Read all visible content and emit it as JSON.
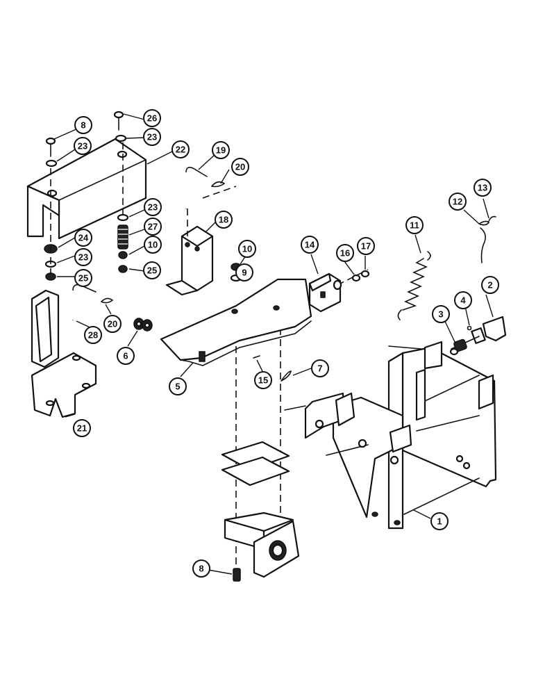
{
  "callouts": [
    {
      "id": "c1",
      "label": "1"
    },
    {
      "id": "c2",
      "label": "2"
    },
    {
      "id": "c3",
      "label": "3"
    },
    {
      "id": "c4",
      "label": "4"
    },
    {
      "id": "c5",
      "label": "5"
    },
    {
      "id": "c6",
      "label": "6"
    },
    {
      "id": "c7",
      "label": "7"
    },
    {
      "id": "c8a",
      "label": "8"
    },
    {
      "id": "c8b",
      "label": "8"
    },
    {
      "id": "c9",
      "label": "9"
    },
    {
      "id": "c10a",
      "label": "10"
    },
    {
      "id": "c10b",
      "label": "10"
    },
    {
      "id": "c11",
      "label": "11"
    },
    {
      "id": "c12",
      "label": "12"
    },
    {
      "id": "c13",
      "label": "13"
    },
    {
      "id": "c14",
      "label": "14"
    },
    {
      "id": "c15",
      "label": "15"
    },
    {
      "id": "c16",
      "label": "16"
    },
    {
      "id": "c17",
      "label": "17"
    },
    {
      "id": "c18",
      "label": "18"
    },
    {
      "id": "c19",
      "label": "19"
    },
    {
      "id": "c20a",
      "label": "20"
    },
    {
      "id": "c20b",
      "label": "20"
    },
    {
      "id": "c21",
      "label": "21"
    },
    {
      "id": "c22",
      "label": "22"
    },
    {
      "id": "c23a",
      "label": "23"
    },
    {
      "id": "c23b",
      "label": "23"
    },
    {
      "id": "c23c",
      "label": "23"
    },
    {
      "id": "c23d",
      "label": "23"
    },
    {
      "id": "c24",
      "label": "24"
    },
    {
      "id": "c25a",
      "label": "25"
    },
    {
      "id": "c25b",
      "label": "25"
    },
    {
      "id": "c26",
      "label": "26"
    },
    {
      "id": "c27",
      "label": "27"
    },
    {
      "id": "c28",
      "label": "28"
    }
  ]
}
